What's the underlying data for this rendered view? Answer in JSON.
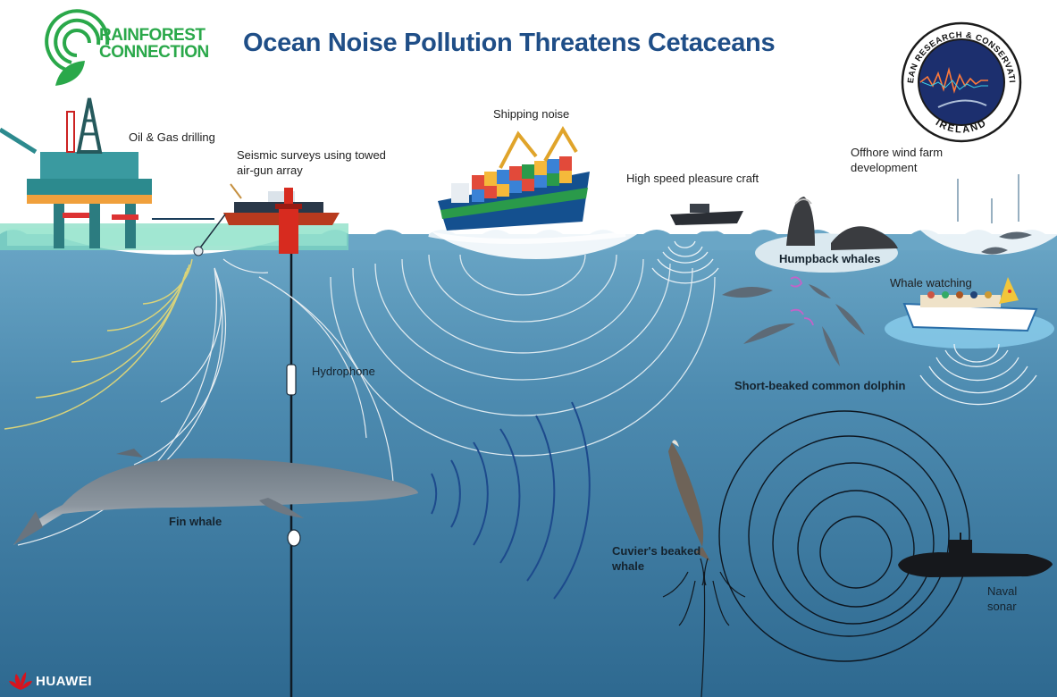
{
  "title": "Ocean Noise Pollution Threatens Cetaceans",
  "logos": {
    "rainforest_line1": "RAINFOREST",
    "rainforest_line2": "CONNECTION",
    "orc_top": "OCEAN RESEARCH & CONSERVATION",
    "orc_bottom": "IRELAND",
    "huawei": "HUAWEI"
  },
  "labels": {
    "oil_gas": "Oil & Gas drilling",
    "seismic_line1": "Seismic surveys  using towed",
    "seismic_line2": "air-gun array",
    "shipping": "Shipping noise",
    "pleasure_craft": "High speed pleasure craft",
    "wind_line1": "Offhore wind farm",
    "wind_line2": "development",
    "humpback": "Humpback whales",
    "whale_watching": "Whale watching",
    "dolphin": "Short-beaked common dolphin",
    "hydrophone": "Hydrophone",
    "fin_whale": "Fin whale",
    "cuvier_line1": "Cuvier's beaked",
    "cuvier_line2": "whale",
    "sonar_line1": "Naval",
    "sonar_line2": "sonar"
  },
  "colors": {
    "title": "#1f4e87",
    "ocean_top": "#5f9cbf",
    "ocean_bottom": "#2f6c94",
    "rainforest_green": "#2aa84a",
    "orc_navy": "#1c2f6e",
    "huawei_red": "#d7141e"
  },
  "icons": [
    "oil-rig-icon",
    "seismic-vessel-icon",
    "buoy-icon",
    "cargo-ship-icon",
    "speedboat-icon",
    "wind-turbine-icon",
    "humpback-whale-icon",
    "dolphin-icon",
    "whale-watching-boat-icon",
    "hydrophone-icon",
    "fin-whale-icon",
    "beaked-whale-icon",
    "submarine-icon"
  ]
}
